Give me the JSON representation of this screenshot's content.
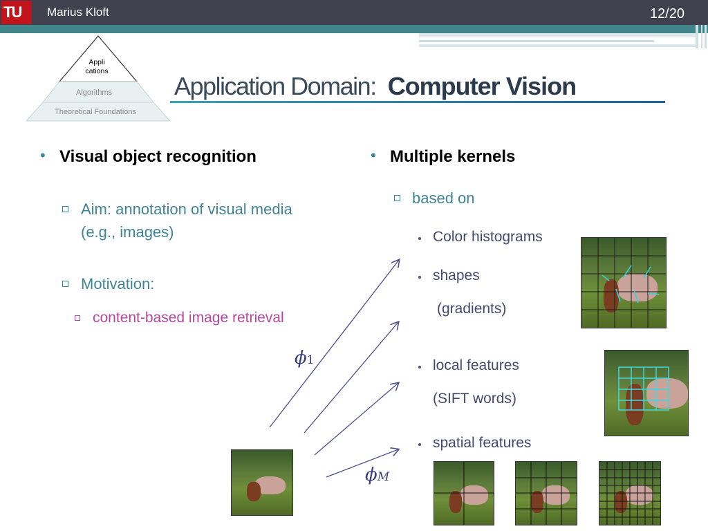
{
  "header": {
    "author": "Marius Kloft",
    "page": "12/20",
    "logo_text": "TU"
  },
  "pyramid": {
    "top": "Appli cations",
    "middle": "Algorithms",
    "bottom": "Theoretical Foundations"
  },
  "title": {
    "normal": "Application Domain:",
    "bold": "Computer Vision"
  },
  "left_column": {
    "heading": "Visual object recognition",
    "aim_line1": "Aim: annotation of visual media",
    "aim_line2": "(e.g., images)",
    "motivation": "Motivation:",
    "sub_item": "content-based image retrieval"
  },
  "right_column": {
    "heading": "Multiple kernels",
    "based_on": "based on",
    "item1": "Color histograms",
    "item2_line1": "shapes",
    "item2_line2": "(gradients)",
    "item3_line1": "local features",
    "item3_line2": "(SIFT words)",
    "item4": "spatial features"
  },
  "mapping": {
    "phi1": "φ₁",
    "phiM": "φ_M"
  },
  "colors": {
    "topbar": "#40404f",
    "tealbar": "#3f8589",
    "logo": "#c3141c",
    "bullet_teal": "#3f8495",
    "pink": "#b347a0",
    "arrow": "#4a4f8a"
  }
}
